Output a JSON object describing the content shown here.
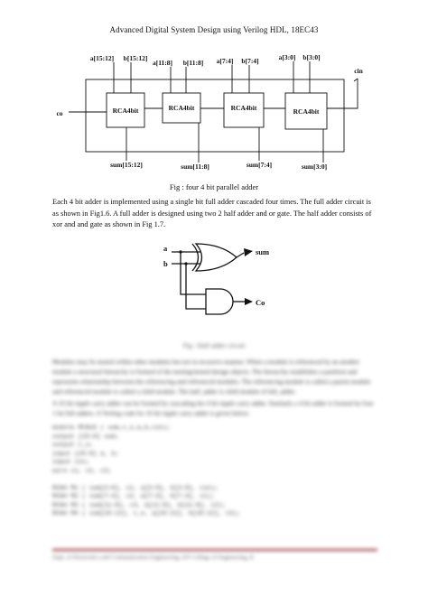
{
  "header": {
    "title": "Advanced Digital System Design using Verilog HDL, 18EC43"
  },
  "figure1": {
    "inputs_a": [
      "a[15:12]",
      "a[11:8]",
      "a[7:4]",
      "a[3:0]"
    ],
    "inputs_b": [
      "b[15:12]",
      "b[11:8]",
      "b[7:4]",
      "b[3:0]"
    ],
    "blocks": [
      "RCA4bit",
      "RCA4bit",
      "RCA4bit",
      "RCA4bit"
    ],
    "sums": [
      "sum[15:12]",
      "sum[11:8]",
      "sum[7:4]",
      "sum[3:0]"
    ],
    "cin": "cin",
    "co": "co",
    "caption": "Fig : four 4 bit parallel adder"
  },
  "paragraph1": "Each 4 bit adder is implemented using a single bit full adder cascaded four times. The full adder circuit is as shown in Fig1.6. A full adder is designed using two 2 half adder and or gate. The half adder consists of xor and and gate as shown in Fig 1.7.",
  "figure2": {
    "in_a": "a",
    "in_b": "b",
    "out_sum": "sum",
    "out_co": "Co",
    "caption": "Fig : Half adder circuit"
  },
  "paragraph2": "Modules may be nested within other modules but not in recursive manner. When a module is referenced by an another module a structural hierarchy is formed of the nesting/nested design objects. The hierarchy establishes a partition and represents relationship between the referencing and referenced modules. The referencing module is called a parent module and referenced module is called a child module. The half_adder is child module of full_adder.",
  "paragraph3": "A 16 bit ripple carry adder can be formed by cascading the 4 bit ripple carry adder. Similarly a 4 bit adder is formed by four 1 bit full adders. A Verilog code for 16 bit ripple carry adder is given below:",
  "code_lines": [
    "module RCA16 ( sum,c_o,a,b,cin);",
    "output [15:0] sum;",
    "output c_o;",
    "input [15:0] a, b;",
    "input cin;",
    "wire c1, c2, c3;",
    "",
    "RCA4 M1 ( sum[3:0], c1, a[3:0], b[3:0], cin);",
    "RCA4 M2 ( sum[7:4], c2, a[7:4], b[7:4], c1);",
    "RCA4 M3 ( sum[11:8], c3, a[11:8], b[11:8], c2);",
    "RCA4 M4 ( sum[15:12], c_o, a[15:12], b[15:12], c3);"
  ],
  "footer": "Dept. of Electronics and Communication Engineering, SIT College of Engineering, B"
}
